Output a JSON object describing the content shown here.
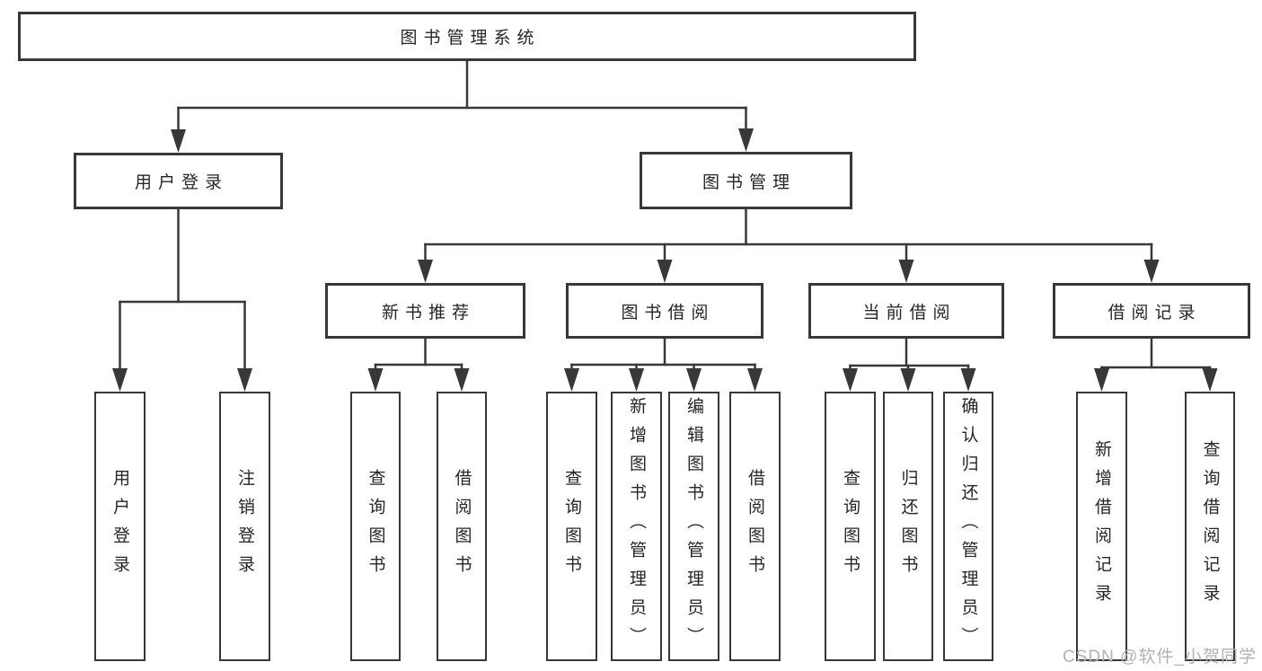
{
  "diagram": {
    "root": {
      "label": "图书管理系统"
    },
    "nodes": {
      "user_login": {
        "label": "用户登录",
        "children": [
          "用户登录",
          "注销登录"
        ]
      },
      "book_management": {
        "label": "图书管理"
      },
      "new_book_recommend": {
        "label": "新书推荐",
        "children": [
          "查询图书",
          "借阅图书"
        ]
      },
      "book_borrow": {
        "label": "图书借阅",
        "children": [
          "查询图书",
          "新增图书（管理员）",
          "编辑图书（管理员）",
          "借阅图书"
        ]
      },
      "current_borrow": {
        "label": "当前借阅",
        "children": [
          "查询图书",
          "归还图书",
          "确认归还（管理员）"
        ]
      },
      "borrow_record": {
        "label": "借阅记录",
        "children": [
          "新增借阅记录",
          "查询借阅记录"
        ]
      }
    }
  },
  "watermark": "CSDN @软件_小贺同学",
  "colors": {
    "line": "#383838",
    "box_border": "#383838",
    "text": "#262626",
    "watermark": "#b2b2b2",
    "background": "#ffffff"
  }
}
